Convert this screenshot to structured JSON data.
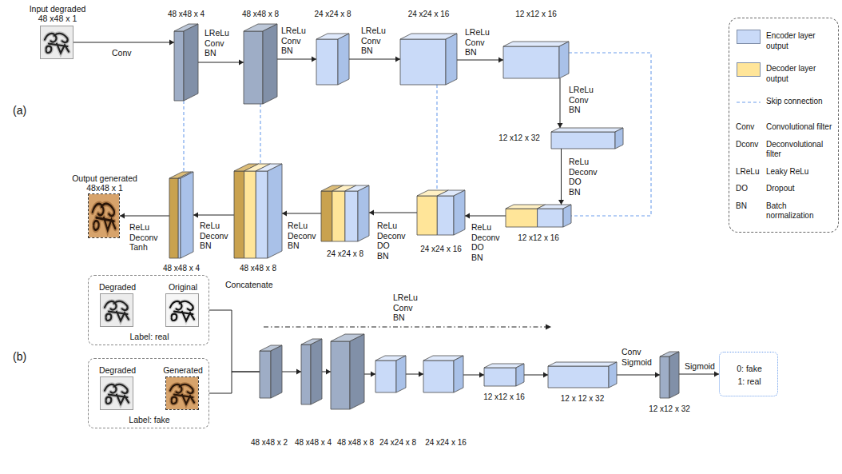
{
  "diagram": {
    "nodes": [
      {
        "text": [
          "Input degraded",
          "48 x48 x 1"
        ]
      },
      {
        "text": [
          "48 x48 x 4"
        ]
      },
      {
        "text": [
          "48 x48 x 8"
        ]
      },
      {
        "text": [
          "24 x24 x 8"
        ]
      },
      {
        "text": [
          "24 x24 x 16"
        ]
      },
      {
        "text": [
          "12 x12 x 16"
        ]
      },
      {
        "text": [
          "12 x12 x 32"
        ]
      },
      {
        "text": [
          "Output generated",
          "48x48 x 1"
        ]
      },
      {
        "text": [
          "48 x48 x 4"
        ]
      },
      {
        "text": [
          "48 x48 x 8"
        ]
      },
      {
        "text": [
          "24 x24 x 8"
        ]
      },
      {
        "text": [
          "24 x24 x 16"
        ]
      },
      {
        "text": [
          "12 x12 x 16"
        ]
      },
      {
        "text": [
          "Label: real"
        ]
      },
      {
        "text": [
          "Degraded"
        ],
        "in": 13
      },
      {
        "text": [
          "Original"
        ],
        "in": 13
      },
      {
        "text": [
          "Label: fake"
        ]
      },
      {
        "text": [
          "Degraded"
        ],
        "in": 16
      },
      {
        "text": [
          "Generated"
        ],
        "in": 16
      },
      {
        "text": [
          "48 x48 x 2"
        ]
      },
      {
        "text": [
          "48 x48 x 4"
        ]
      },
      {
        "text": [
          "48 x48 x 8"
        ]
      },
      {
        "text": [
          "24 x24 x 8"
        ]
      },
      {
        "text": [
          "24 x24 x 16"
        ]
      },
      {
        "text": [
          "12 x12 x 16"
        ]
      },
      {
        "text": [
          "12 x 12 x 32"
        ]
      },
      {
        "text": [
          "12 x12 x 32"
        ]
      },
      {
        "text": [
          "0: fake",
          "1: real"
        ]
      }
    ],
    "edges": [
      {
        "from": 0,
        "to": 1,
        "arrow": "to",
        "label": "Conv"
      },
      {
        "from": 1,
        "to": 2,
        "arrow": "to",
        "label": "LReLu Conv BN"
      },
      {
        "from": 2,
        "to": 3,
        "arrow": "to",
        "label": "LReLu Conv BN"
      },
      {
        "from": 3,
        "to": 4,
        "arrow": "to",
        "label": "LReLu Conv BN"
      },
      {
        "from": 4,
        "to": 5,
        "arrow": "to",
        "label": "LReLu Conv BN"
      },
      {
        "from": 5,
        "to": 6,
        "arrow": "to",
        "label": "LReLu Conv BN"
      },
      {
        "from": 6,
        "to": 12,
        "arrow": "to",
        "label": "ReLu Deconv DO BN"
      },
      {
        "from": 12,
        "to": 11,
        "arrow": "to",
        "label": "ReLu Deconv DO BN"
      },
      {
        "from": 11,
        "to": 10,
        "arrow": "to",
        "label": "ReLu Deconv DO BN"
      },
      {
        "from": 10,
        "to": 9,
        "arrow": "to",
        "label": "ReLu Deconv BN"
      },
      {
        "from": 9,
        "to": 8,
        "arrow": "to",
        "label": "ReLu Deconv BN"
      },
      {
        "from": 8,
        "to": 7,
        "arrow": "to",
        "label": "ReLu Deconv Tanh"
      },
      {
        "from": 1,
        "to": 8,
        "arrow": "none"
      },
      {
        "from": 2,
        "to": 9,
        "arrow": "none"
      },
      {
        "from": 4,
        "to": 11,
        "arrow": "none"
      },
      {
        "from": 5,
        "to": 12,
        "arrow": "none"
      },
      {
        "from": 13,
        "to": 19,
        "arrow": "none"
      },
      {
        "from": 16,
        "to": 19,
        "arrow": "none"
      },
      {
        "from": 19,
        "to": 20,
        "arrow": "to"
      },
      {
        "from": 20,
        "to": 21,
        "arrow": "to"
      },
      {
        "from": 21,
        "to": 22,
        "arrow": "to"
      },
      {
        "from": 22,
        "to": 23,
        "arrow": "to"
      },
      {
        "from": 23,
        "to": 24,
        "arrow": "to"
      },
      {
        "from": 24,
        "to": 25,
        "arrow": "to"
      },
      {
        "from": 25,
        "to": 26,
        "arrow": "to",
        "label": "Conv Sigmoid"
      },
      {
        "from": 26,
        "to": 27,
        "arrow": "to",
        "label": "Sigmoid"
      }
    ],
    "labels": [
      "(a)",
      "(b)",
      "Conv",
      "Convolutional filter",
      "Dconv",
      "Deconvolutional filter",
      "LReLu",
      "Leaky ReLu",
      "DO",
      "Dropout",
      "BN",
      "Batch normalization",
      "Concatenate",
      "LReLu Conv BN"
    ],
    "legend": [
      {
        "text": "Encoder layer output",
        "color": "#c9daf8"
      },
      {
        "text": "Decoder layer output",
        "color": "#ffe599"
      },
      {
        "text": "Skip connection"
      }
    ]
  }
}
